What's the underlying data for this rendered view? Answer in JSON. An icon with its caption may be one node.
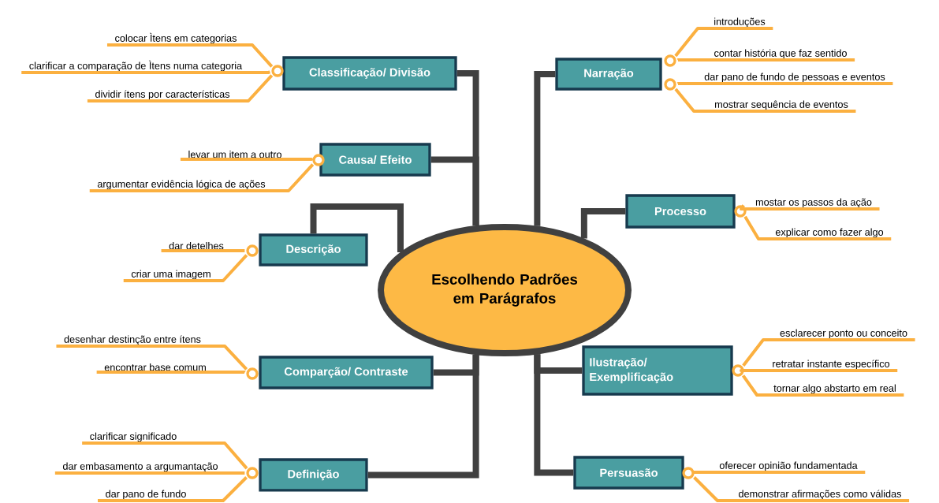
{
  "diagram": {
    "nodes": [
      {
        "text": [
          "Escolhendo Padrões em Parágrafos"
        ]
      },
      {
        "text": [
          "Classificação/ Divisão"
        ]
      },
      {
        "text": [
          "Causa/ Efeito"
        ]
      },
      {
        "text": [
          "Descrição"
        ]
      },
      {
        "text": [
          "Comparção/ Contraste"
        ]
      },
      {
        "text": [
          "Definição"
        ]
      },
      {
        "text": [
          "Narração"
        ]
      },
      {
        "text": [
          "Processo"
        ]
      },
      {
        "text": [
          "Ilustração/ Exemplificação"
        ]
      },
      {
        "text": [
          "Persuasão"
        ]
      },
      {
        "text": [
          "colocar Ìtens em categorias"
        ]
      },
      {
        "text": [
          "clarificar a comparação de Ìtens numa categoria"
        ]
      },
      {
        "text": [
          "dividir ítens por características"
        ]
      },
      {
        "text": [
          "levar um item a outro"
        ]
      },
      {
        "text": [
          "argumentar evidência lógica de ações"
        ]
      },
      {
        "text": [
          "dar detelhes"
        ]
      },
      {
        "text": [
          "criar uma imagem"
        ]
      },
      {
        "text": [
          "desenhar destinção entre ítens"
        ]
      },
      {
        "text": [
          "encontrar base comum"
        ]
      },
      {
        "text": [
          "clarificar significado"
        ]
      },
      {
        "text": [
          "dar embasamento a argumantação"
        ]
      },
      {
        "text": [
          "dar pano de fundo"
        ]
      },
      {
        "text": [
          "introduções"
        ]
      },
      {
        "text": [
          "contar história que faz sentido"
        ]
      },
      {
        "text": [
          "dar pano de fundo de pessoas e eventos"
        ]
      },
      {
        "text": [
          "mostrar sequência de eventos"
        ]
      },
      {
        "text": [
          "mostar os passos da ação"
        ]
      },
      {
        "text": [
          "explicar como fazer algo"
        ]
      },
      {
        "text": [
          "esclarecer ponto ou conceito"
        ]
      },
      {
        "text": [
          "retratar instante específico"
        ]
      },
      {
        "text": [
          "tornar algo abstarto em real"
        ]
      },
      {
        "text": [
          "oferecer opinião fundamentada"
        ]
      },
      {
        "text": [
          "demonstrar afirmações como válidas"
        ]
      }
    ],
    "edges": [
      {
        "from": 0,
        "to": 1,
        "arrow": "none",
        "style": "thick",
        "color": "#404040"
      },
      {
        "from": 0,
        "to": 2,
        "arrow": "none",
        "style": "thick",
        "color": "#404040"
      },
      {
        "from": 0,
        "to": 3,
        "arrow": "none",
        "style": "thick",
        "color": "#404040"
      },
      {
        "from": 0,
        "to": 4,
        "arrow": "none",
        "style": "thick",
        "color": "#404040"
      },
      {
        "from": 0,
        "to": 5,
        "arrow": "none",
        "style": "thick",
        "color": "#404040"
      },
      {
        "from": 0,
        "to": 6,
        "arrow": "none",
        "style": "thick",
        "color": "#404040"
      },
      {
        "from": 0,
        "to": 7,
        "arrow": "none",
        "style": "thick",
        "color": "#404040"
      },
      {
        "from": 0,
        "to": 8,
        "arrow": "none",
        "style": "thick",
        "color": "#404040"
      },
      {
        "from": 0,
        "to": 9,
        "arrow": "none",
        "style": "thick",
        "color": "#404040"
      },
      {
        "from": 1,
        "to": 10,
        "arrow": "none"
      },
      {
        "from": 1,
        "to": 11,
        "arrow": "none"
      },
      {
        "from": 1,
        "to": 12,
        "arrow": "none"
      },
      {
        "from": 2,
        "to": 13,
        "arrow": "none"
      },
      {
        "from": 2,
        "to": 14,
        "arrow": "none"
      },
      {
        "from": 3,
        "to": 15,
        "arrow": "none"
      },
      {
        "from": 3,
        "to": 16,
        "arrow": "none"
      },
      {
        "from": 4,
        "to": 17,
        "arrow": "none"
      },
      {
        "from": 4,
        "to": 18,
        "arrow": "none"
      },
      {
        "from": 5,
        "to": 19,
        "arrow": "none"
      },
      {
        "from": 5,
        "to": 20,
        "arrow": "none"
      },
      {
        "from": 5,
        "to": 21,
        "arrow": "none"
      },
      {
        "from": 6,
        "to": 22,
        "arrow": "none"
      },
      {
        "from": 6,
        "to": 23,
        "arrow": "none"
      },
      {
        "from": 6,
        "to": 24,
        "arrow": "none"
      },
      {
        "from": 6,
        "to": 25,
        "arrow": "none"
      },
      {
        "from": 7,
        "to": 26,
        "arrow": "none"
      },
      {
        "from": 7,
        "to": 27,
        "arrow": "none"
      },
      {
        "from": 8,
        "to": 28,
        "arrow": "none"
      },
      {
        "from": 8,
        "to": 29,
        "arrow": "none"
      },
      {
        "from": 8,
        "to": 30,
        "arrow": "none"
      },
      {
        "from": 9,
        "to": 31,
        "arrow": "none"
      },
      {
        "from": 9,
        "to": 32,
        "arrow": "none"
      }
    ]
  }
}
